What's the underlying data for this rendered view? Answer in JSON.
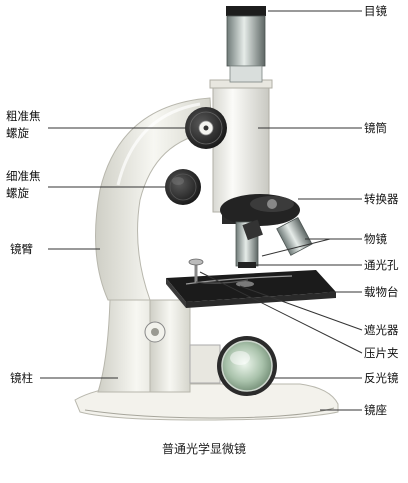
{
  "labels": {
    "eyepiece": "目镜",
    "tube": "镜筒",
    "nosepiece": "转换器",
    "objective": "物镜",
    "aperture": "通光孔",
    "stage": "载物台",
    "diaphragm": "遮光器",
    "stage_clip": "压片夹",
    "mirror": "反光镜",
    "base": "镜座",
    "coarse_focus": "粗准焦螺旋",
    "fine_focus": "细准焦螺旋",
    "arm": "镜臂",
    "pillar": "镜柱"
  },
  "caption": "普通光学显微镜"
}
